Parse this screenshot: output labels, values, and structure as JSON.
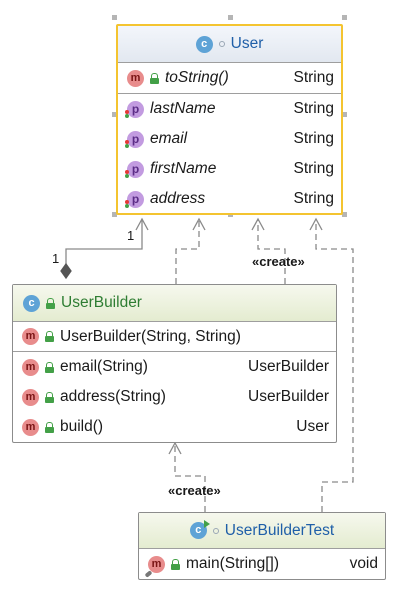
{
  "user_class": {
    "kind_badge": "c",
    "name": "User",
    "methods": [
      {
        "name": "toString()",
        "type": "String",
        "badge": "m"
      }
    ],
    "fields": [
      {
        "name": "lastName",
        "type": "String",
        "badge": "p"
      },
      {
        "name": "email",
        "type": "String",
        "badge": "p"
      },
      {
        "name": "firstName",
        "type": "String",
        "badge": "p"
      },
      {
        "name": "address",
        "type": "String",
        "badge": "p"
      }
    ]
  },
  "builder_class": {
    "kind_badge": "c",
    "name": "UserBuilder",
    "constructors": [
      {
        "name": "UserBuilder(String, String)",
        "badge": "m"
      }
    ],
    "methods": [
      {
        "name": "email(String)",
        "type": "UserBuilder",
        "badge": "m"
      },
      {
        "name": "address(String)",
        "type": "UserBuilder",
        "badge": "m"
      },
      {
        "name": "build()",
        "type": "User",
        "badge": "m"
      }
    ]
  },
  "test_class": {
    "kind_badge": "c",
    "name": "UserBuilderTest",
    "methods": [
      {
        "name": "main(String[])",
        "type": "void",
        "badge": "m"
      }
    ]
  },
  "relations": {
    "composition_target_multiplicity": "1",
    "composition_source_multiplicity": "1",
    "create_label_top": "«create»",
    "create_label_bottom": "«create»"
  },
  "colors": {
    "selection_border": "#f4c430",
    "class_name": "#1f5fa8",
    "builder_name": "#2e7d32",
    "connector": "#8a8a8a"
  }
}
